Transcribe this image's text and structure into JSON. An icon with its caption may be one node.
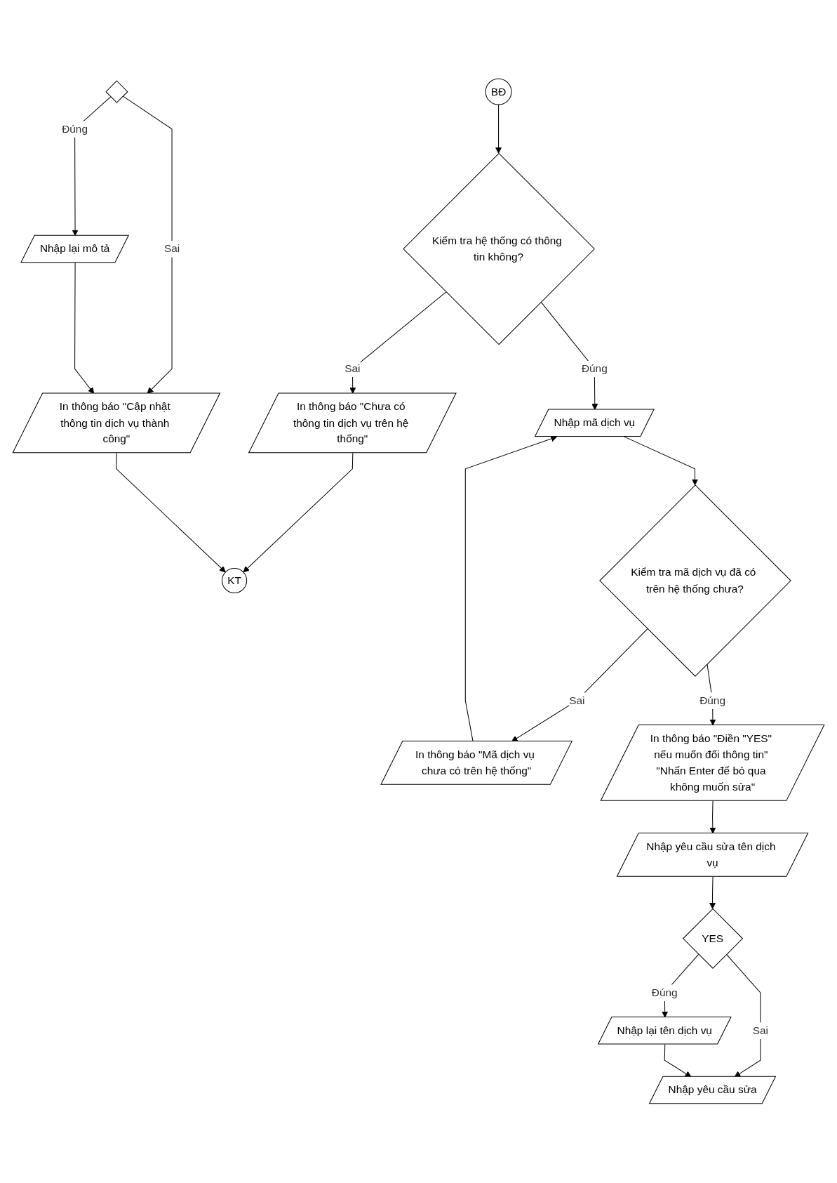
{
  "diagram": {
    "nodes": [
      {
        "text": [
          "BĐ"
        ]
      },
      {
        "text": [
          "Kiểm tra hệ thống có thông tin không?"
        ]
      },
      {
        "text": [
          "In thông báo \"Chưa có thông tin dịch vụ trên hệ thống\""
        ]
      },
      {
        "text": [
          "Nhập mã dịch vụ"
        ]
      },
      {
        "text": [
          "KT"
        ]
      },
      {
        "text": [
          "In thông báo \"Mã dịch vụ chưa có trên hệ thống\""
        ]
      },
      {
        "text": [
          "Kiểm tra mã dịch vụ đã có trên hệ thống chưa?"
        ]
      },
      {
        "text": [
          "In thông báo \"Điền \"YES\" nếu muốn đổi thông tin\" \"Nhấn Enter để bỏ qua không muốn sửa\""
        ]
      },
      {
        "text": [
          "In thông báo \"Cập nhật thông tin dịch vụ thành công\""
        ]
      },
      {
        "text": [
          "Nhập lại tên dịch vụ"
        ]
      },
      {
        "text": [
          "YES"
        ]
      },
      {
        "text": [
          "Nhập yêu cầu sửa tên dịch vụ"
        ]
      },
      {
        "text": [
          "Nhập yêu cầu sửa"
        ]
      },
      {
        "text": [],
        "shape": "diamond"
      },
      {
        "text": [
          "Nhập lại mô tả"
        ]
      }
    ],
    "edges": [
      {
        "from": 0,
        "to": 1,
        "arrow": "to"
      },
      {
        "from": 1,
        "to": 2,
        "arrow": "to",
        "label": "Sai"
      },
      {
        "from": 1,
        "to": 3,
        "arrow": "to",
        "label": "Đúng"
      },
      {
        "from": 2,
        "to": 4,
        "arrow": "to"
      },
      {
        "from": 3,
        "to": 6,
        "arrow": "to"
      },
      {
        "from": 6,
        "to": 5,
        "arrow": "to",
        "label": "Sai"
      },
      {
        "from": 5,
        "to": 3,
        "arrow": "to"
      },
      {
        "from": 6,
        "to": 7,
        "arrow": "to",
        "label": "Đúng"
      },
      {
        "from": 7,
        "to": 11,
        "arrow": "to"
      },
      {
        "from": 11,
        "to": 10,
        "arrow": "to"
      },
      {
        "from": 10,
        "to": 9,
        "arrow": "to",
        "label": "Đúng"
      },
      {
        "from": 10,
        "to": 12,
        "arrow": "to",
        "label": "Sai"
      },
      {
        "from": 9,
        "to": 12,
        "arrow": "to"
      },
      {
        "from": 13,
        "to": 8,
        "arrow": "to",
        "label": "Sai"
      },
      {
        "from": 13,
        "to": 14,
        "arrow": "to",
        "label": "Đúng"
      },
      {
        "from": 14,
        "to": 8,
        "arrow": "to"
      },
      {
        "from": 8,
        "to": 4,
        "arrow": "to"
      }
    ]
  }
}
